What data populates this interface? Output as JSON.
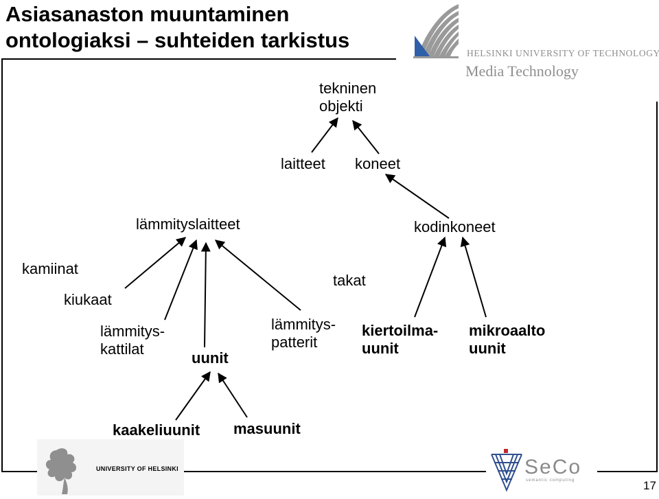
{
  "title": {
    "line1": "Asiasanaston muuntaminen",
    "line2": "ontologiaksi – suhteiden tarkistus"
  },
  "logos": {
    "hut": {
      "line1": "HELSINKI UNIVERSITY OF TECHNOLOGY",
      "line2": "Media Technology"
    },
    "uh": {
      "text": "UNIVERSITY OF HELSINKI"
    },
    "seco": {
      "text": "SeCo",
      "subtext": "semantic computing"
    }
  },
  "diagram": {
    "nodes": {
      "tekninen_objekti": {
        "line1": "tekninen",
        "line2": "objekti"
      },
      "laitteet": "laitteet",
      "koneet": "koneet",
      "lammityslaitteet": "lämmityslaitteet",
      "kodinkoneet": "kodinkoneet",
      "kamiinat": "kamiinat",
      "kiukaat": "kiukaat",
      "lammityskattilat": {
        "line1": "lämmitys-",
        "line2": "kattilat"
      },
      "uunit": "uunit",
      "lammityspatterit": {
        "line1": "lämmitys-",
        "line2": "patterit"
      },
      "takat": "takat",
      "kiertoilmauunit": {
        "line1": "kiertoilma-",
        "line2": "uunit"
      },
      "mikroaaltouunit": {
        "line1": "mikroaalto",
        "line2": "uunit"
      },
      "kaakeliuunit": "kaakeliuunit",
      "masuunit": "masuunit"
    },
    "relations": [
      {
        "child": "laitteet",
        "parent": "tekninen_objekti"
      },
      {
        "child": "koneet",
        "parent": "tekninen_objekti"
      },
      {
        "child": "kodinkoneet",
        "parent": "koneet"
      },
      {
        "child": "kiukaat",
        "parent": "lammityslaitteet"
      },
      {
        "child": "lammityskattilat",
        "parent": "lammityslaitteet"
      },
      {
        "child": "uunit",
        "parent": "lammityslaitteet"
      },
      {
        "child": "lammityspatterit",
        "parent": "lammityslaitteet"
      },
      {
        "child": "kiertoilmauunit",
        "parent": "kodinkoneet"
      },
      {
        "child": "mikroaaltouunit",
        "parent": "kodinkoneet"
      },
      {
        "child": "kaakeliuunit",
        "parent": "uunit"
      },
      {
        "child": "masuunit",
        "parent": "uunit"
      }
    ],
    "line_color": "#000000"
  },
  "page_number": "17"
}
